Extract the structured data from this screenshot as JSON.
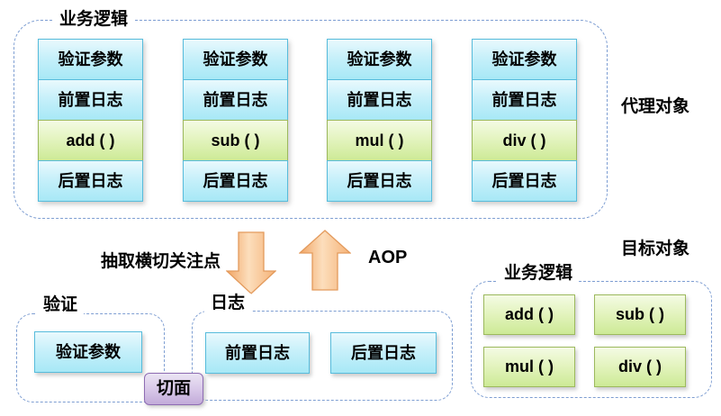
{
  "proxy": {
    "container_label": "业务逻辑",
    "side_label": "代理对象",
    "columns": [
      {
        "cells": [
          {
            "text": "验证参数",
            "type": "blue"
          },
          {
            "text": "前置日志",
            "type": "blue"
          },
          {
            "text": "add ( )",
            "type": "green"
          },
          {
            "text": "后置日志",
            "type": "blue"
          }
        ]
      },
      {
        "cells": [
          {
            "text": "验证参数",
            "type": "blue"
          },
          {
            "text": "前置日志",
            "type": "blue"
          },
          {
            "text": "sub ( )",
            "type": "green"
          },
          {
            "text": "后置日志",
            "type": "blue"
          }
        ]
      },
      {
        "cells": [
          {
            "text": "验证参数",
            "type": "blue"
          },
          {
            "text": "前置日志",
            "type": "blue"
          },
          {
            "text": "mul ( )",
            "type": "green"
          },
          {
            "text": "后置日志",
            "type": "blue"
          }
        ]
      },
      {
        "cells": [
          {
            "text": "验证参数",
            "type": "blue"
          },
          {
            "text": "前置日志",
            "type": "blue"
          },
          {
            "text": "div ( )",
            "type": "green"
          },
          {
            "text": "后置日志",
            "type": "blue"
          }
        ]
      }
    ]
  },
  "middle": {
    "extract_label": "抽取横切关注点",
    "aop_label": "AOP"
  },
  "aspect": {
    "validation": {
      "label": "验证",
      "box": "验证参数"
    },
    "log": {
      "label": "日志",
      "boxes": [
        "前置日志",
        "后置日志"
      ]
    },
    "aspect_label": "切面"
  },
  "target": {
    "side_label": "目标对象",
    "container_label": "业务逻辑",
    "methods": [
      "add ( )",
      "sub ( )",
      "mul ( )",
      "div ( )"
    ]
  },
  "colors": {
    "blue_box_border": "#57bcdc",
    "blue_box_fill_top": "#e9f9fd",
    "blue_box_fill_bottom": "#a7e8f6",
    "green_box_border": "#9cb95d",
    "green_box_fill_top": "#f4fbe4",
    "green_box_fill_bottom": "#cdea96",
    "purple_box_border": "#8e6cb3",
    "purple_box_fill": "#d9c9e9",
    "arrow_fill_light": "#fcdebc",
    "arrow_fill_dark": "#f1a463",
    "dashed_border": "#7e9ed2"
  }
}
